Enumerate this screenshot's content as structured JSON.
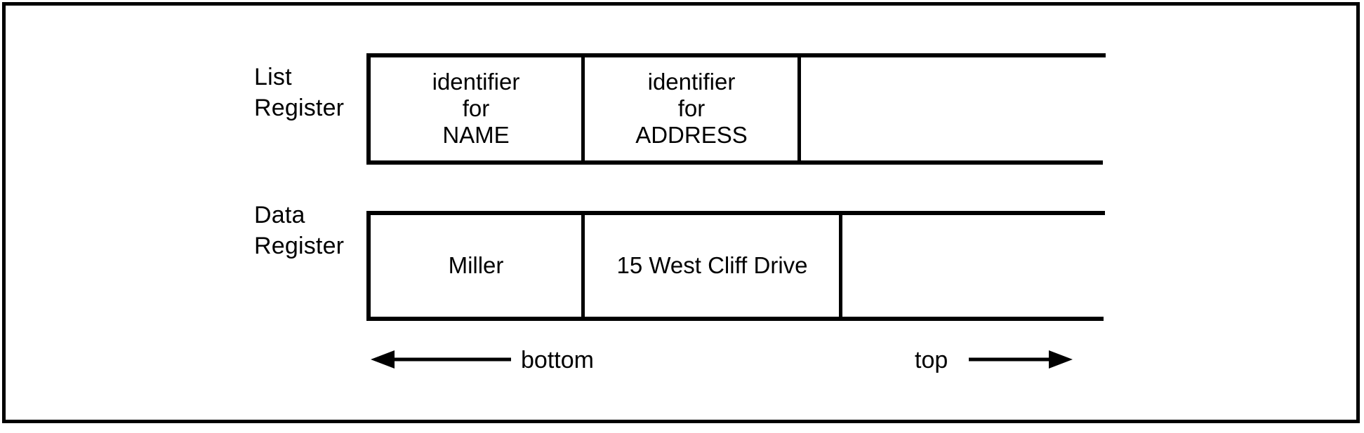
{
  "figure": {
    "background_color": "#ffffff",
    "ink_color": "#000000",
    "registers": [
      {
        "id": "list-register",
        "label": "List\nRegister",
        "cells": [
          {
            "id": "list-cell-name",
            "text": "identifier\nfor\nNAME"
          },
          {
            "id": "list-cell-address",
            "text": "identifier\nfor\nADDRESS"
          },
          {
            "id": "list-cell-empty",
            "text": ""
          }
        ]
      },
      {
        "id": "data-register",
        "label": "Data\nRegister",
        "cells": [
          {
            "id": "data-cell-name",
            "text": "Miller"
          },
          {
            "id": "data-cell-address",
            "text": "15 West Cliff Drive"
          },
          {
            "id": "data-cell-empty",
            "text": ""
          }
        ]
      }
    ],
    "annotations": {
      "bottom_label": "bottom",
      "top_label": "top"
    }
  }
}
